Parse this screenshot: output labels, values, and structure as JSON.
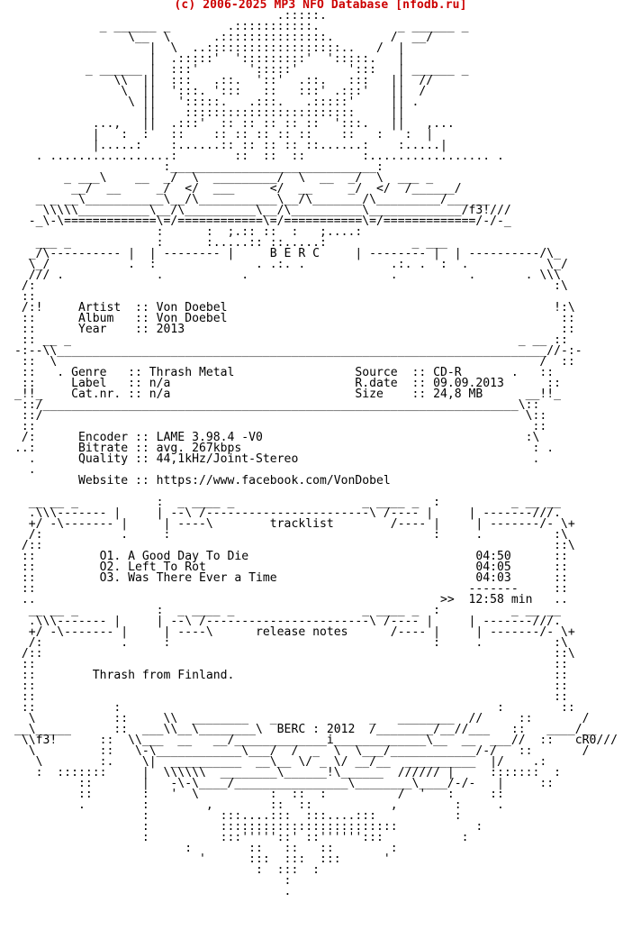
{
  "header": {
    "text": "(c) 2006-2025 MP3 NFO Database [nfodb.ru]",
    "color": "#cc0000"
  },
  "nfo": {
    "art_top": "                                     .:::::.\n            _ ______ _        .:::::::::::.           _ ______ _\n                \\__  \\      .:::::::::::::::.        /  __/\n                   |  \\  ..:::::::::::::::::::..   /  |\n                   |  .:::::'  ':::::::::'  ':::::.   |\n          _ ______ |  :::'       ':::::'       ':::   | ______ _\n              \\\\  ||  :::   .::.  '::'  .::.   :::   ||  //\n               \\  ||  ':::. ':::   ::   :::' .:::'   ||  /\n                \\ ||   ':::::.   .:::.   .:::::'     || .\n                  ||    ::::::::::::::::::::::::     ||\n           ...,   ||  .:::'  :: :: :: :: ::  ':::.   ||   ,...\n           |   :  :   ::    :: :: :: :: ::    ::   :   :  |\n           |.....:    :......:: :: :: :: ::......:    :.....|\n   . .................:        ::  ::  ::        :................. .\n                     :_____________________________:\n       _ ___\\    __  _/  \\  _________/  \\  __  _/  \\  ___ _\n        __/  __     _/  </  ___     </  __     _/  </  /______/\n   _ _ __\\___________\\__/\\___________\\__/\\_______/\\_________/___ __\n    \\\\\\\\\\__________\\__/\\__________\\__/\\__________\\_____________/f3!///\n  -_\\-\\=============\\=/============\\=/===========\\=/=============/-/-_\n                    :      :  ;.:: ::  :   ;....:\n   ___ _            :      :.....:: ::.....:            _ ___\n  _/\\---------- |  | -------- |     B E R C     | -------- |  | ----------/\\_\n  \\_/           .  :              . .:. .            .:. .  :  .           \\_/\n  /// .             .           .                    .          .       . \\\\\\\n /:                                                                         :\\\n ::",
    "artist": " /:!     Artist  :: Von Doebel                                              !:\\\n ::      Album   :: Von Doebel                                               ::\n ::      Year    :: 2013                                                     ::",
    "divider1": " :: __ _                                                               _ __ ::\n-:--\\\\_____________________________________________________________________//-:-\n ::  \\                                                                    /  ::",
    "genre": " ::   . Genre   :: Thrash Metal                 Source  :: CD-R       .   ::\n ::     Label   :: n/a                          R.date  :: 09.09.2013      ::\n_!!_    Cat.nr. :: n/a                          Size    :: 24,8 MB      __!!_",
    "divider2": " ::/___________________________________________________________________\\::\n ::/                                                                    \\::\n ::                                                                      ::",
    "encoder": " /:      Encoder :: LAME 3.98.4 -V0                                     :\\\n..:      Bitrate :: avg. 267kbps                                         : .\n  .      Quality :: 44,1kHz/Joint-Stereo                                 .\n  .\n         Website :: https://www.facebook.com/VonDobel",
    "tracklist_box": "\n  __ __ _           :  _ ____ _                  _ ____ _  :          _ __ __\n  .\\\\\\------- |     | --\\ /-----------------------\\ /---- |     | -------///.\n  +/ -\\------- |     | ----\\        tracklist        /---- |     | -------/- \\+\n  /:           .     :                                     :     .          :\\\n /::                                                                        ::\\",
    "tracks": " ::         O1. A Good Day To Die                                04:50      ::\n ::         O2. Left To Rot                                      04:05      ::\n ::         O3. Was There Ever a Time                            04:03      ::\n ::                                                             -------     ::\n ..                                                         >>  12:58 min   ..",
    "release_box": "  __ __ _           :  _ ____ _                  _ ____ _  :          _ __ __\n  .\\\\\\------- |     | --\\ /-----------------------\\ /---- |     | -------///.\n  +/ -\\------- |     | ----\\      release notes      /---- |     | -------/- \\+\n  /:           .     :                                     :     .          :\\\n /::                                                                        ::\\\n ::                                                                         ::",
    "notes": " ::        Thrash from Finland.                                             ::\n ::                                                                         ::\n ::                                                                         ::",
    "art_bottom": " ::           :                                                     :        ::\n  \\           ::     \\\\  ________   _             _   ________  //     ::       /\n__\\_____      ::  ___\\\\__\\________\\  BERC : 2012  /________/__//___   ::   ____/__\n \\\\f3!      ::  \\\\___  __   __/_____________i_____________\\__  __  ___//  ::   cR0///\n  \\         ::   \\-\\____________\\___/  /  _  \\  \\___/____________/-/   ::       /\n   \\        :.    \\|  __________  __\\__ \\/ _ \\/ __/__  __________  |/    .:\n   :  :::::::     |  \\\\\\\\\\\\  ________\\______!\\______  ////// |     :::::::  :\n         ::       |   -\\-\\____/________________\\________\\____/-/-   |     ::\n         ::       :   '  \\          :  ::  :          /  '   :     ::\n         .        :        ,        ::  ::           ,        :     .\n                  :          :::....:::  :::....:::           :\n                  :          :::::::::::::::::::::::::           :\n                  :          :::'''''::' ::'''''':::           :\n                        :        ::   ::   ::        :\n                          '      :::  :::  :::      '\n                                  :  :::  :\n                                      :\n                                      ."
  }
}
